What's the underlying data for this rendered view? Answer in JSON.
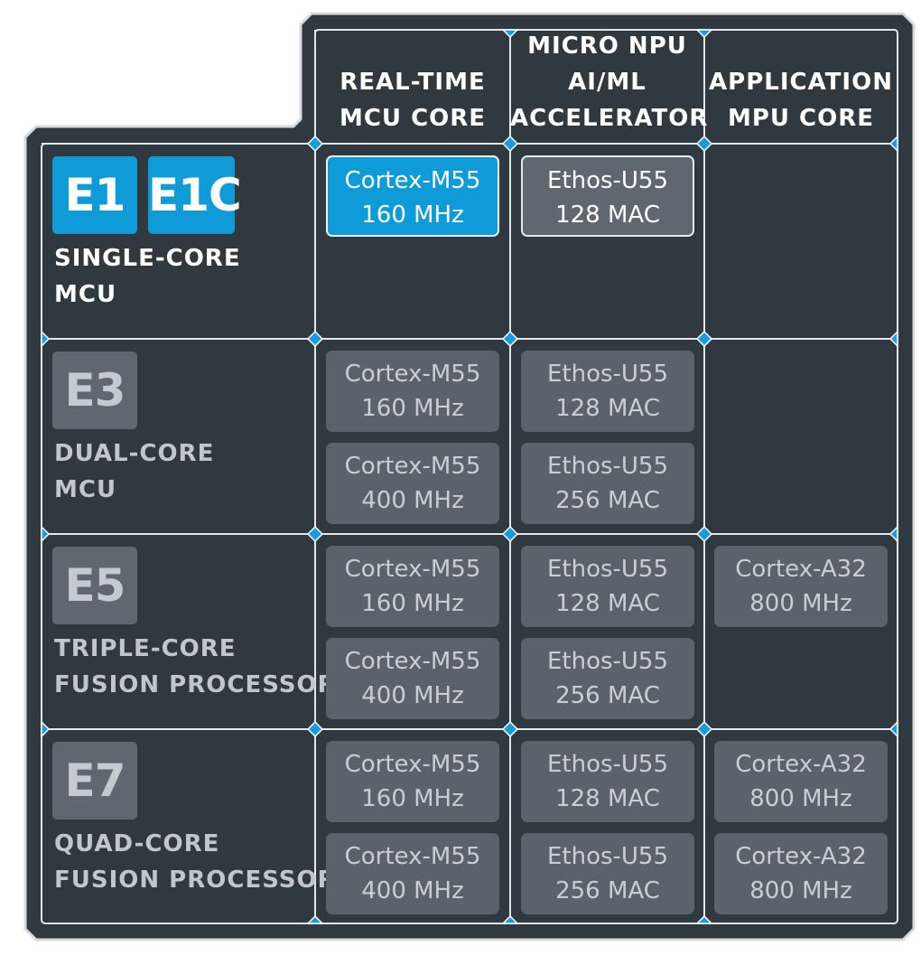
{
  "columns": [
    {
      "lines": [
        "REAL-TIME",
        "MCU CORE"
      ]
    },
    {
      "lines": [
        "MICRO NPU",
        "AI/ML",
        "ACCELERATOR"
      ]
    },
    {
      "lines": [
        "APPLICATION",
        "MPU CORE"
      ]
    }
  ],
  "rows": [
    {
      "badges": [
        "E1",
        "E1C"
      ],
      "label_lines": [
        "SINGLE-CORE",
        "MCU"
      ],
      "active": true,
      "mcu_cores": [
        {
          "name": "Cortex-M55",
          "spec": "160 MHz"
        }
      ],
      "npu": [
        {
          "name": "Ethos-U55",
          "spec": "128 MAC"
        }
      ],
      "mpu_cores": []
    },
    {
      "badges": [
        "E3"
      ],
      "label_lines": [
        "DUAL-CORE",
        "MCU"
      ],
      "active": false,
      "mcu_cores": [
        {
          "name": "Cortex-M55",
          "spec": "160 MHz"
        },
        {
          "name": "Cortex-M55",
          "spec": "400 MHz"
        }
      ],
      "npu": [
        {
          "name": "Ethos-U55",
          "spec": "128 MAC"
        },
        {
          "name": "Ethos-U55",
          "spec": "256 MAC"
        }
      ],
      "mpu_cores": []
    },
    {
      "badges": [
        "E5"
      ],
      "label_lines": [
        "TRIPLE-CORE",
        "FUSION PROCESSOR"
      ],
      "active": false,
      "mcu_cores": [
        {
          "name": "Cortex-M55",
          "spec": "160 MHz"
        },
        {
          "name": "Cortex-M55",
          "spec": "400 MHz"
        }
      ],
      "npu": [
        {
          "name": "Ethos-U55",
          "spec": "128 MAC"
        },
        {
          "name": "Ethos-U55",
          "spec": "256 MAC"
        }
      ],
      "mpu_cores": [
        {
          "name": "Cortex-A32",
          "spec": "800 MHz"
        }
      ]
    },
    {
      "badges": [
        "E7"
      ],
      "label_lines": [
        "QUAD-CORE",
        "FUSION PROCESSOR"
      ],
      "active": false,
      "mcu_cores": [
        {
          "name": "Cortex-M55",
          "spec": "160 MHz"
        },
        {
          "name": "Cortex-M55",
          "spec": "400 MHz"
        }
      ],
      "npu": [
        {
          "name": "Ethos-U55",
          "spec": "128 MAC"
        },
        {
          "name": "Ethos-U55",
          "spec": "256 MAC"
        }
      ],
      "mpu_cores": [
        {
          "name": "Cortex-A32",
          "spec": "800 MHz"
        },
        {
          "name": "Cortex-A32",
          "spec": "800 MHz"
        }
      ]
    }
  ],
  "colors": {
    "panel": "#303840",
    "panel_border": "#d7dbdf",
    "grid_line": "#e4e7ea",
    "node": "#1a9be0",
    "accent": "#0f9bd7",
    "chip_dim": "#5a636b"
  }
}
